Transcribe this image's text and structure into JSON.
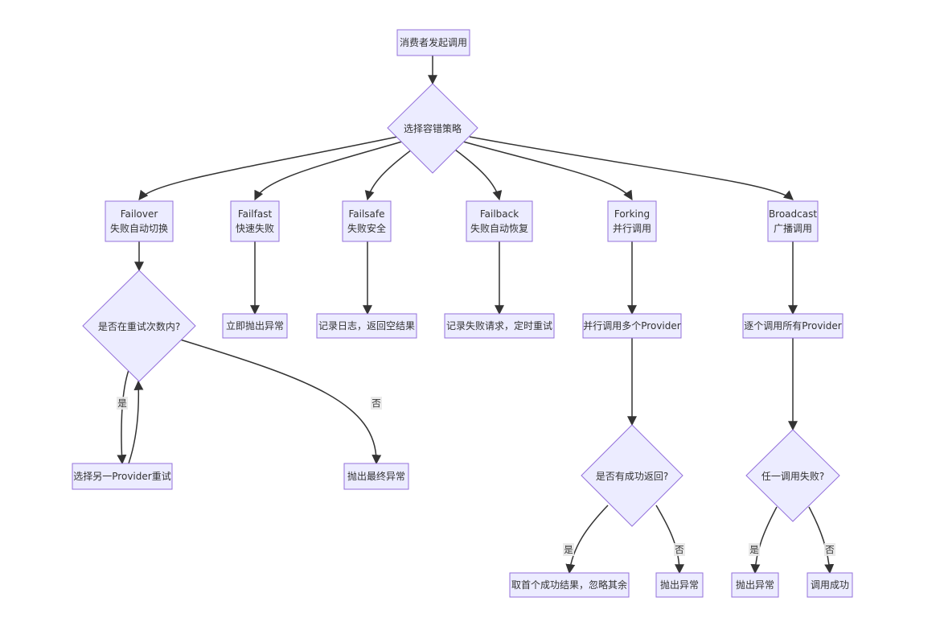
{
  "nodes": {
    "start": "消费者发起调用",
    "choose": "选择容错策略",
    "failover": {
      "line1": "Failover",
      "line2": "失败自动切换"
    },
    "failfast": {
      "line1": "Failfast",
      "line2": "快速失败"
    },
    "failsafe": {
      "line1": "Failsafe",
      "line2": "失败安全"
    },
    "failback": {
      "line1": "Failback",
      "line2": "失败自动恢复"
    },
    "forking": {
      "line1": "Forking",
      "line2": "并行调用"
    },
    "broadcast": {
      "line1": "Broadcast",
      "line2": "广播调用"
    },
    "retry_check": "是否在重试次数内?",
    "retry_other": "选择另一Provider重试",
    "throw_final": "抛出最终异常",
    "throw_now": "立即抛出异常",
    "log_return": "记录日志，返回空结果",
    "log_retry": "记录失败请求，定时重试",
    "parallel": "并行调用多个Provider",
    "success_check": "是否有成功返回?",
    "take_first": "取首个成功结果，忽略其余",
    "throw_fork": "抛出异常",
    "call_each": "逐个调用所有Provider",
    "any_fail": "任一调用失败?",
    "throw_bc": "抛出异常",
    "call_ok": "调用成功"
  },
  "edge_labels": {
    "yes": "是",
    "no": "否"
  },
  "colors": {
    "node_fill": "#ECECFF",
    "node_stroke": "#9370DB",
    "edge": "#333333",
    "label_bg": "#e8e8e8"
  }
}
